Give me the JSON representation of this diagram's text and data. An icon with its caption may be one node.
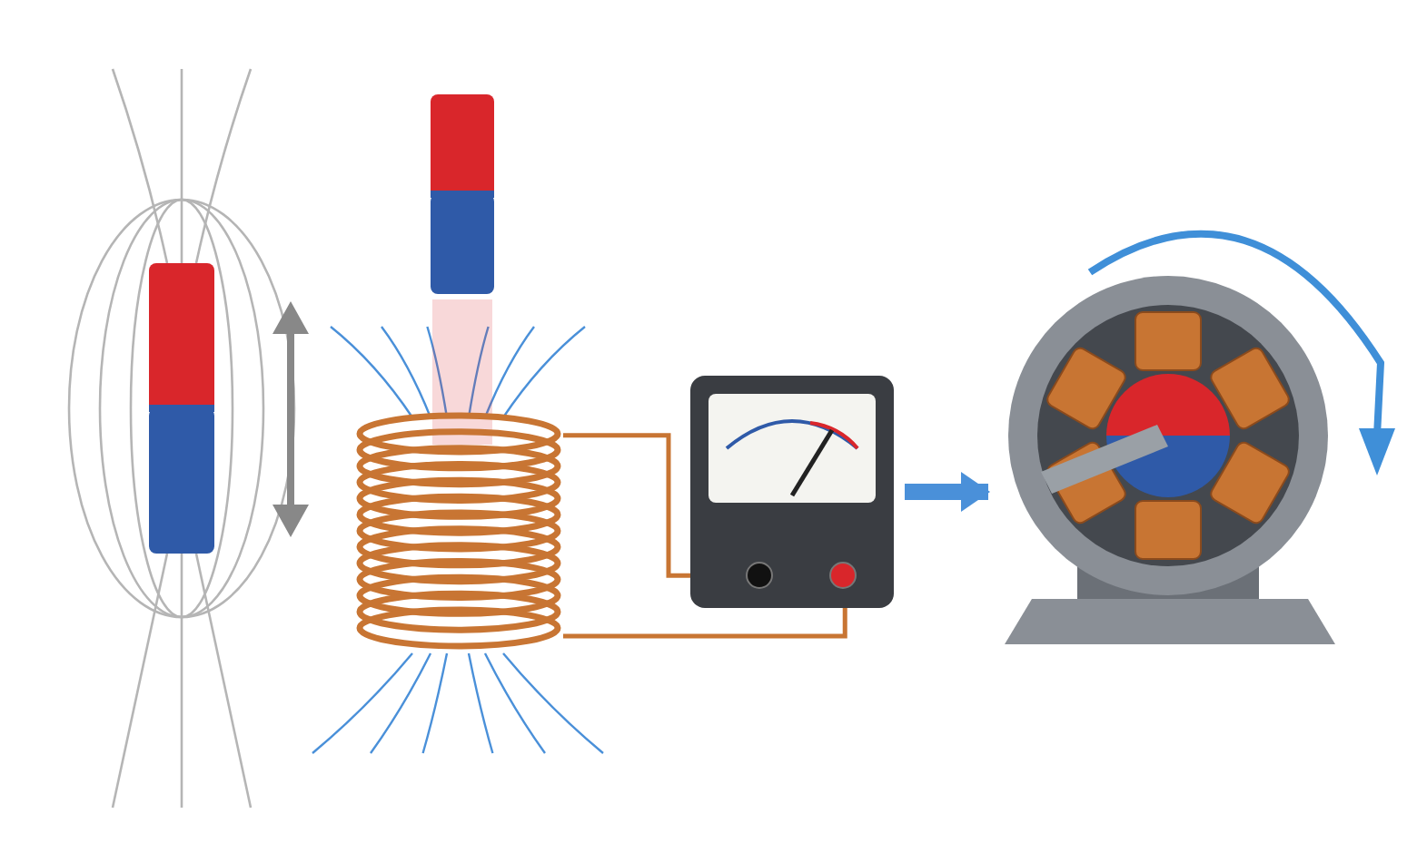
{
  "diagram": {
    "nodes": [
      {
        "text": [],
        "shape": "picture"
      },
      {
        "text": [],
        "shape": "picture"
      },
      {
        "text": [],
        "shape": "picture"
      },
      {
        "text": [],
        "shape": "picture"
      },
      {
        "text": [],
        "shape": "picture"
      }
    ],
    "edges": [
      {
        "from": 2,
        "to": 3,
        "arrow": "none"
      },
      {
        "from": 2,
        "to": 3,
        "arrow": "none"
      },
      {
        "from": 3,
        "to": 4,
        "arrow": "to",
        "style": "thick",
        "color": "#4a90d9"
      }
    ]
  }
}
